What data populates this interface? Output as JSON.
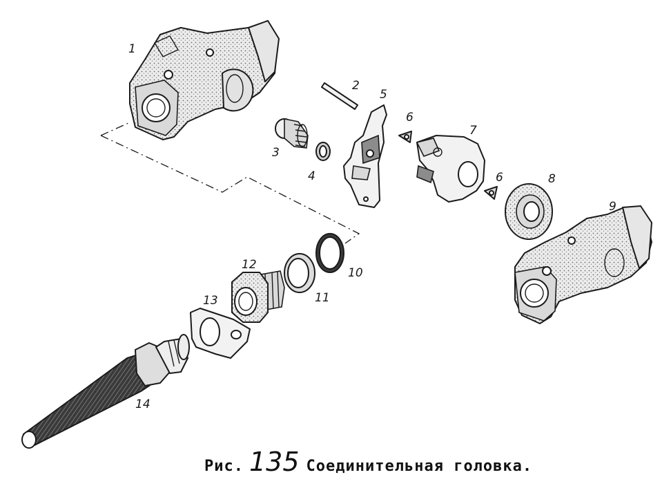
{
  "labels": {
    "p1": "1",
    "p2": "2",
    "p3": "3",
    "p4": "4",
    "p5": "5",
    "p6a": "6",
    "p6b": "6",
    "p7": "7",
    "p8": "8",
    "p9": "9",
    "p10": "10",
    "p11": "11",
    "p12": "12",
    "p13": "13",
    "p14": "14"
  },
  "caption": {
    "prefix": "Рис.",
    "number": "135",
    "title": "Соединительная головка."
  }
}
